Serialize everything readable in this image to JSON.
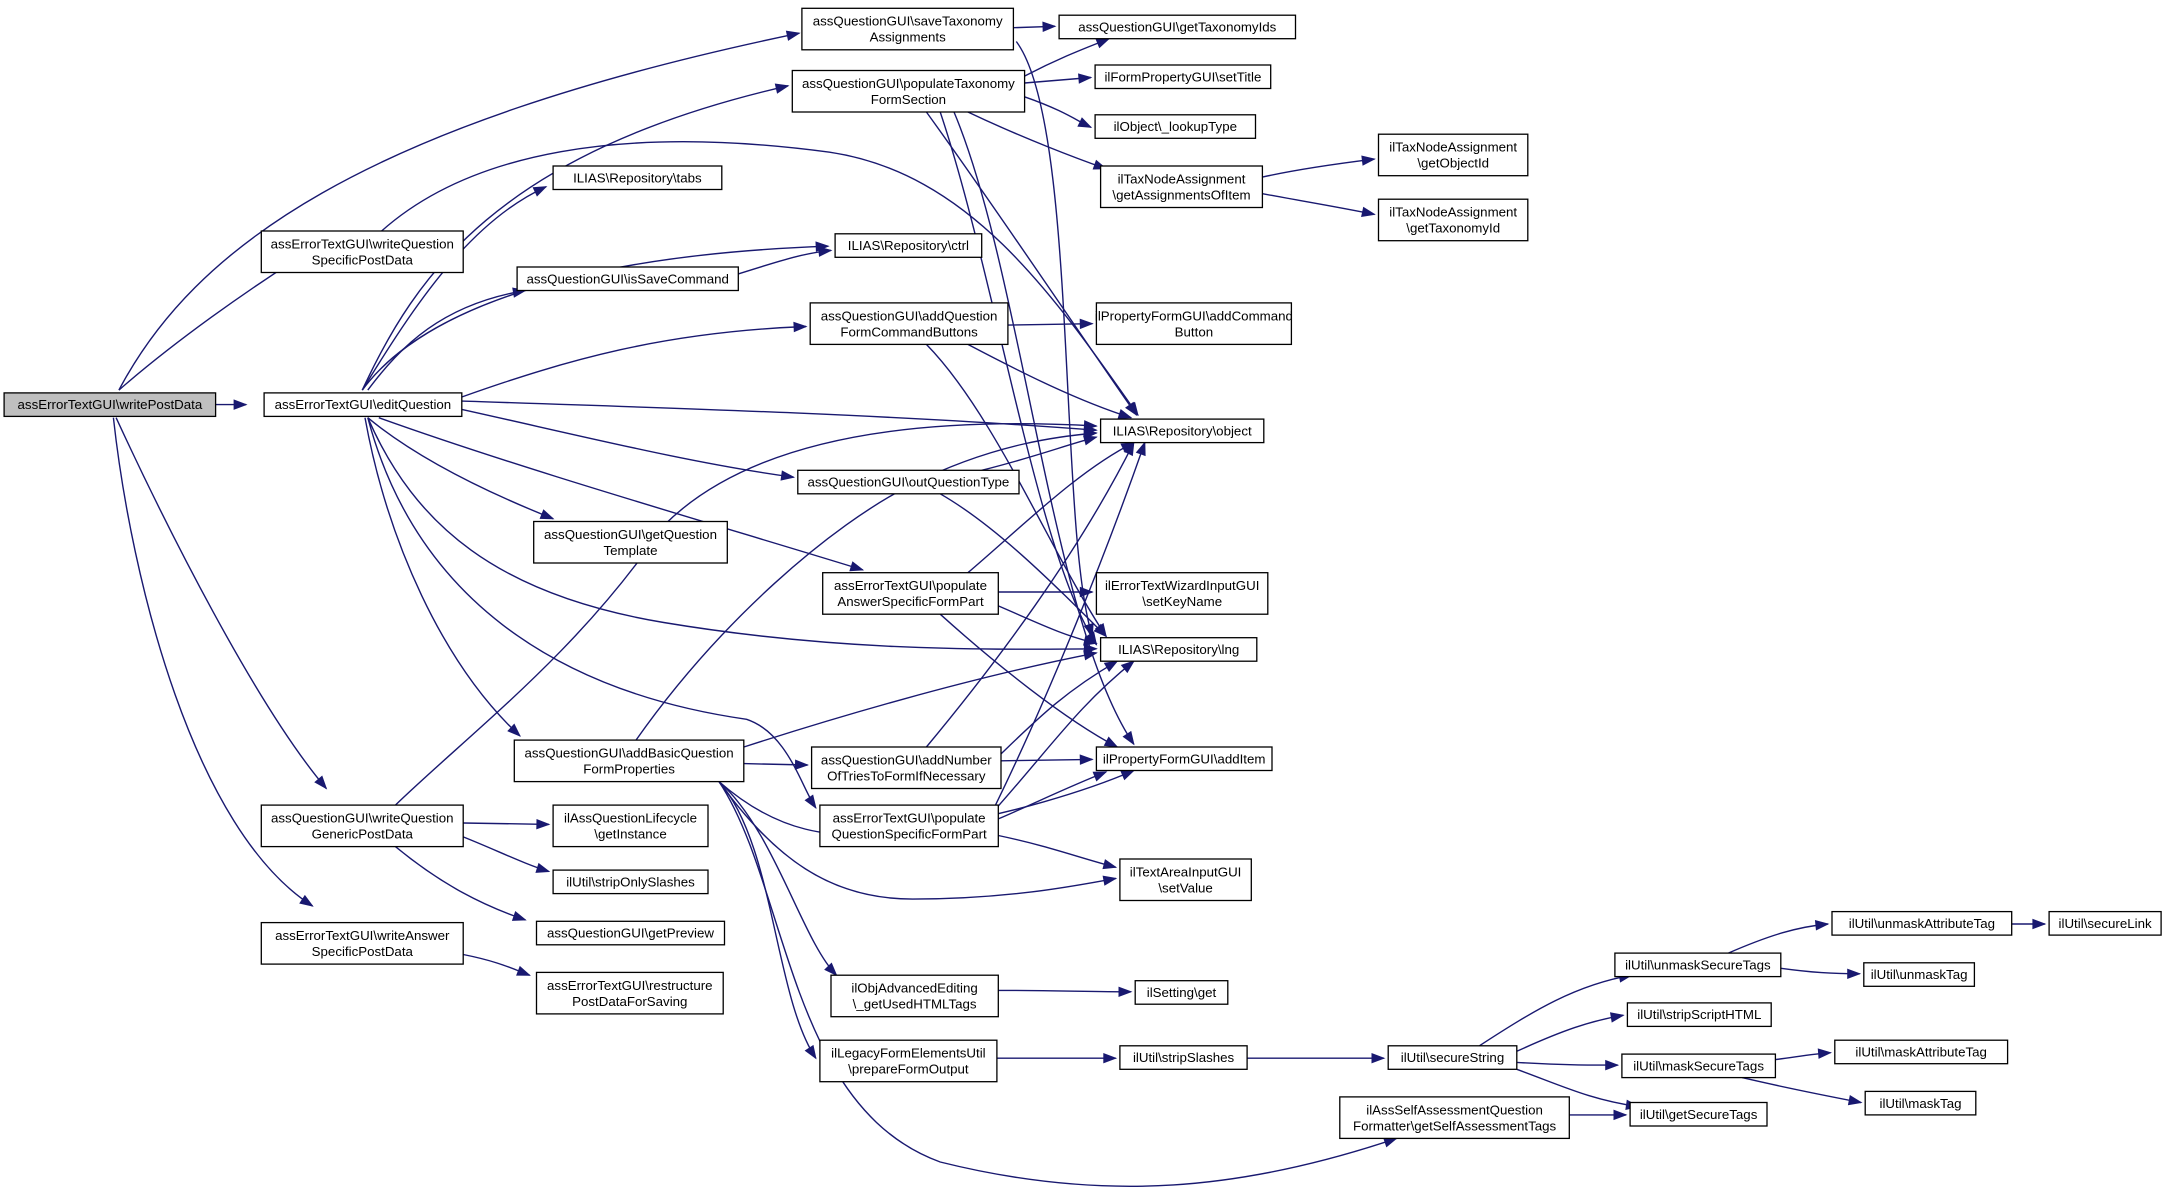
{
  "nodes": [
    {
      "id": "n0",
      "lines": [
        "assErrorTextGUI\\writePostData"
      ],
      "root": true
    },
    {
      "id": "n1",
      "lines": [
        "assErrorTextGUI\\editQuestion"
      ]
    },
    {
      "id": "n2",
      "lines": [
        "assErrorTextGUI\\writeQuestion",
        "SpecificPostData"
      ]
    },
    {
      "id": "n3",
      "lines": [
        "assQuestionGUI\\writeQuestion",
        "GenericPostData"
      ]
    },
    {
      "id": "n4",
      "lines": [
        "assErrorTextGUI\\writeAnswer",
        "SpecificPostData"
      ]
    },
    {
      "id": "n5",
      "lines": [
        "assQuestionGUI\\saveTaxonomy",
        "Assignments"
      ]
    },
    {
      "id": "n6",
      "lines": [
        "assQuestionGUI\\populateTaxonomy",
        "FormSection"
      ]
    },
    {
      "id": "n7",
      "lines": [
        "ILIAS\\Repository\\tabs"
      ]
    },
    {
      "id": "n8",
      "lines": [
        "assQuestionGUI\\isSaveCommand"
      ]
    },
    {
      "id": "n9",
      "lines": [
        "assQuestionGUI\\addQuestion",
        "FormCommandButtons"
      ]
    },
    {
      "id": "n10",
      "lines": [
        "assQuestionGUI\\outQuestionType"
      ]
    },
    {
      "id": "n11",
      "lines": [
        "assQuestionGUI\\getQuestion",
        "Template"
      ]
    },
    {
      "id": "n12",
      "lines": [
        "assErrorTextGUI\\populate",
        "AnswerSpecificFormPart"
      ]
    },
    {
      "id": "n13",
      "lines": [
        "assQuestionGUI\\addBasicQuestion",
        "FormProperties"
      ]
    },
    {
      "id": "n14",
      "lines": [
        "assQuestionGUI\\addNumber",
        "OfTriesToFormIfNecessary"
      ]
    },
    {
      "id": "n15",
      "lines": [
        "assErrorTextGUI\\populate",
        "QuestionSpecificFormPart"
      ]
    },
    {
      "id": "n16",
      "lines": [
        "ilAssQuestionLifecycle",
        "\\getInstance"
      ]
    },
    {
      "id": "n17",
      "lines": [
        "ilUtil\\stripOnlySlashes"
      ]
    },
    {
      "id": "n18",
      "lines": [
        "assQuestionGUI\\getPreview"
      ]
    },
    {
      "id": "n19",
      "lines": [
        "assErrorTextGUI\\restructure",
        "PostDataForSaving"
      ]
    },
    {
      "id": "n20",
      "lines": [
        "ilObjAdvancedEditing",
        "\\_getUsedHTMLTags"
      ]
    },
    {
      "id": "n21",
      "lines": [
        "ilLegacyFormElementsUtil",
        "\\prepareFormOutput"
      ]
    },
    {
      "id": "n22",
      "lines": [
        "assQuestionGUI\\getTaxonomyIds"
      ]
    },
    {
      "id": "n23",
      "lines": [
        "ilFormPropertyGUI\\setTitle"
      ]
    },
    {
      "id": "n24",
      "lines": [
        "ilObject\\_lookupType"
      ]
    },
    {
      "id": "n25",
      "lines": [
        "ilTaxNodeAssignment",
        "\\getAssignmentsOfItem"
      ]
    },
    {
      "id": "n26",
      "lines": [
        "ILIAS\\Repository\\ctrl"
      ]
    },
    {
      "id": "n27",
      "lines": [
        "ilPropertyFormGUI\\addCommand",
        "Button"
      ]
    },
    {
      "id": "n28",
      "lines": [
        "ILIAS\\Repository\\object"
      ]
    },
    {
      "id": "n29",
      "lines": [
        "ilErrorTextWizardInputGUI",
        "\\setKeyName"
      ]
    },
    {
      "id": "n30",
      "lines": [
        "ILIAS\\Repository\\lng"
      ]
    },
    {
      "id": "n31",
      "lines": [
        "ilPropertyFormGUI\\addItem"
      ]
    },
    {
      "id": "n32",
      "lines": [
        "ilTextAreaInputGUI",
        "\\setValue"
      ]
    },
    {
      "id": "n33",
      "lines": [
        "ilSetting\\get"
      ]
    },
    {
      "id": "n34",
      "lines": [
        "ilUtil\\stripSlashes"
      ]
    },
    {
      "id": "n35",
      "lines": [
        "ilTaxNodeAssignment",
        "\\getObjectId"
      ]
    },
    {
      "id": "n36",
      "lines": [
        "ilTaxNodeAssignment",
        "\\getTaxonomyId"
      ]
    },
    {
      "id": "n37",
      "lines": [
        "ilUtil\\secureString"
      ]
    },
    {
      "id": "n38",
      "lines": [
        "ilAssSelfAssessmentQuestion",
        "Formatter\\getSelfAssessmentTags"
      ]
    },
    {
      "id": "n39",
      "lines": [
        "ilUtil\\unmaskSecureTags"
      ]
    },
    {
      "id": "n40",
      "lines": [
        "ilUtil\\stripScriptHTML"
      ]
    },
    {
      "id": "n41",
      "lines": [
        "ilUtil\\maskSecureTags"
      ]
    },
    {
      "id": "n42",
      "lines": [
        "ilUtil\\getSecureTags"
      ]
    },
    {
      "id": "n43",
      "lines": [
        "ilUtil\\unmaskAttributeTag"
      ]
    },
    {
      "id": "n44",
      "lines": [
        "ilUtil\\unmaskTag"
      ]
    },
    {
      "id": "n45",
      "lines": [
        "ilUtil\\maskAttributeTag"
      ]
    },
    {
      "id": "n46",
      "lines": [
        "ilUtil\\maskTag"
      ]
    },
    {
      "id": "n47",
      "lines": [
        "ilUtil\\secureLink"
      ]
    }
  ],
  "edges": [
    [
      "n0",
      "n1"
    ],
    [
      "n0",
      "n2"
    ],
    [
      "n0",
      "n3"
    ],
    [
      "n0",
      "n4"
    ],
    [
      "n0",
      "n5"
    ],
    [
      "n1",
      "n6"
    ],
    [
      "n1",
      "n7"
    ],
    [
      "n1",
      "n26"
    ],
    [
      "n1",
      "n8"
    ],
    [
      "n1",
      "n9"
    ],
    [
      "n1",
      "n28"
    ],
    [
      "n1",
      "n10"
    ],
    [
      "n1",
      "n11"
    ],
    [
      "n1",
      "n12"
    ],
    [
      "n1",
      "n30"
    ],
    [
      "n1",
      "n13"
    ],
    [
      "n1",
      "n15"
    ],
    [
      "n2",
      "n28"
    ],
    [
      "n3",
      "n28"
    ],
    [
      "n3",
      "n16"
    ],
    [
      "n3",
      "n17"
    ],
    [
      "n3",
      "n18"
    ],
    [
      "n4",
      "n19"
    ],
    [
      "n5",
      "n22"
    ],
    [
      "n5",
      "n30"
    ],
    [
      "n6",
      "n22"
    ],
    [
      "n6",
      "n23"
    ],
    [
      "n6",
      "n24"
    ],
    [
      "n6",
      "n25"
    ],
    [
      "n6",
      "n28"
    ],
    [
      "n6",
      "n30"
    ],
    [
      "n6",
      "n31"
    ],
    [
      "n8",
      "n26"
    ],
    [
      "n9",
      "n27"
    ],
    [
      "n9",
      "n28"
    ],
    [
      "n9",
      "n30"
    ],
    [
      "n10",
      "n28"
    ],
    [
      "n10",
      "n30"
    ],
    [
      "n12",
      "n28"
    ],
    [
      "n12",
      "n29"
    ],
    [
      "n12",
      "n30"
    ],
    [
      "n12",
      "n31"
    ],
    [
      "n13",
      "n28"
    ],
    [
      "n13",
      "n30"
    ],
    [
      "n13",
      "n14"
    ],
    [
      "n13",
      "n31"
    ],
    [
      "n13",
      "n32"
    ],
    [
      "n13",
      "n20"
    ],
    [
      "n13",
      "n21"
    ],
    [
      "n13",
      "n38"
    ],
    [
      "n14",
      "n28"
    ],
    [
      "n14",
      "n30"
    ],
    [
      "n14",
      "n31"
    ],
    [
      "n15",
      "n28"
    ],
    [
      "n15",
      "n30"
    ],
    [
      "n15",
      "n31"
    ],
    [
      "n15",
      "n32"
    ],
    [
      "n20",
      "n33"
    ],
    [
      "n21",
      "n34"
    ],
    [
      "n34",
      "n37"
    ],
    [
      "n25",
      "n35"
    ],
    [
      "n25",
      "n36"
    ],
    [
      "n37",
      "n39"
    ],
    [
      "n37",
      "n40"
    ],
    [
      "n37",
      "n41"
    ],
    [
      "n37",
      "n42"
    ],
    [
      "n38",
      "n42"
    ],
    [
      "n39",
      "n43"
    ],
    [
      "n39",
      "n44"
    ],
    [
      "n43",
      "n47"
    ],
    [
      "n41",
      "n45"
    ],
    [
      "n41",
      "n46"
    ]
  ]
}
